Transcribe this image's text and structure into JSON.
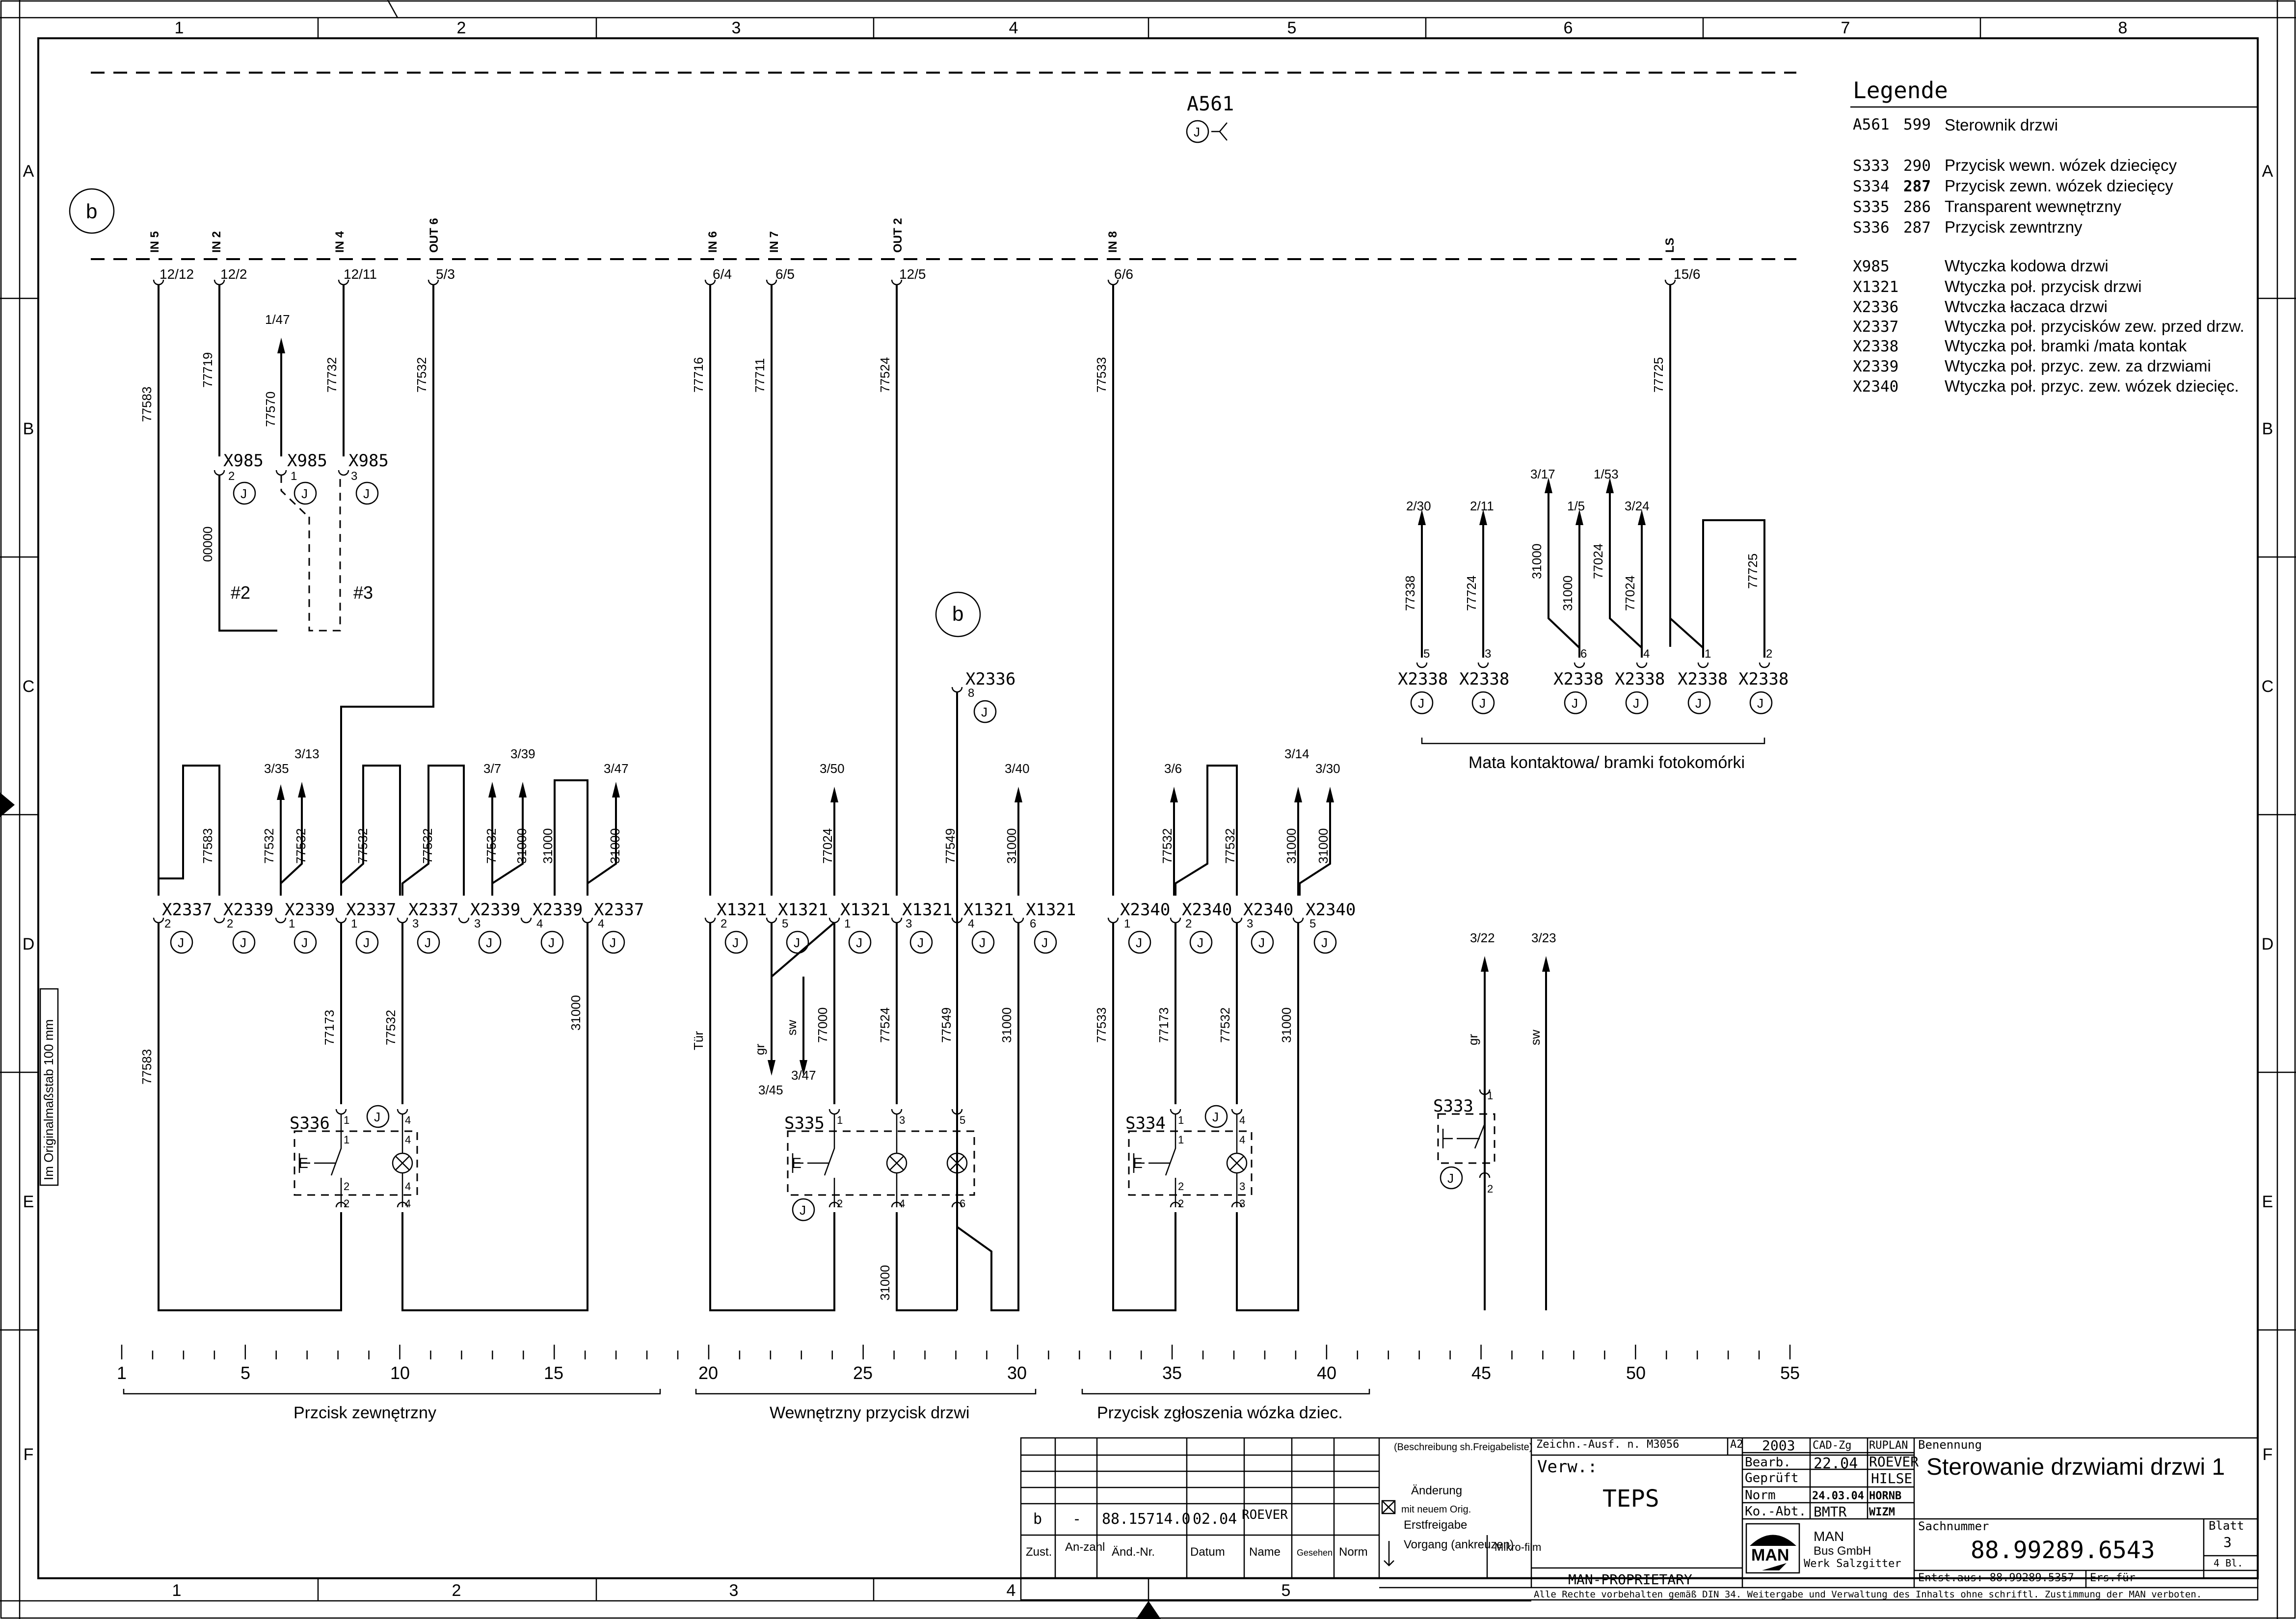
{
  "frame": {
    "cols": [
      "1",
      "2",
      "3",
      "4",
      "5",
      "6",
      "7",
      "8"
    ],
    "rows": [
      "A",
      "B",
      "C",
      "D",
      "E",
      "F"
    ],
    "side_note": "Im Originalmaßstab 100 mm"
  },
  "legend": {
    "title": "Legende",
    "items": [
      {
        "code": "A561",
        "num": "599",
        "text": "Sterownik drzwi"
      },
      {
        "code": "S333",
        "num": "290",
        "text": "Przycisk wewn. wózek dziecięcy"
      },
      {
        "code": "S334",
        "num": "287",
        "text": "Przycisk zewn. wózek dziecięcy"
      },
      {
        "code": "S335",
        "num": "286",
        "text": "Transparent wewnętrzny"
      },
      {
        "code": "S336",
        "num": "287",
        "text": "Przycisk zewntrzny"
      },
      {
        "code": "X985",
        "num": "",
        "text": "Wtyczka kodowa drzwi"
      },
      {
        "code": "X1321",
        "num": "",
        "text": "Wtyczka poł. przycisk drzwi"
      },
      {
        "code": "X2336",
        "num": "",
        "text": "Wtvczka łaczaca drzwi"
      },
      {
        "code": "X2337",
        "num": "",
        "text": "Wtyczka poł. przycisków zew. przed drzw."
      },
      {
        "code": "X2338",
        "num": "",
        "text": "Wtyczka poł. bramki /mata kontak"
      },
      {
        "code": "X2339",
        "num": "",
        "text": "Wtyczka poł. przyc. zew. za drzwiami"
      },
      {
        "code": "X2340",
        "num": "",
        "text": "Wtyczka poł. przyc. zew. wózek dziecięc."
      }
    ]
  },
  "controller": {
    "label": "A561",
    "bus_marker": "b"
  },
  "bus_pins": [
    {
      "io": "IN 5",
      "pin": "12/12",
      "wire": "77583"
    },
    {
      "io": "IN 2",
      "pin": "12/2",
      "wire": "77719"
    },
    {
      "io": "IN 4",
      "pin": "12/11",
      "wire": "77732"
    },
    {
      "io": "OUT 6",
      "pin": "5/3",
      "wire": "77532"
    },
    {
      "io": "IN 6",
      "pin": "6/4",
      "wire": "77716"
    },
    {
      "io": "IN 7",
      "pin": "6/5",
      "wire": "77711"
    },
    {
      "io": "OUT 2",
      "pin": "12/5",
      "wire": "77524"
    },
    {
      "io": "IN 8",
      "pin": "6/6",
      "wire": "77533"
    },
    {
      "io": "LS",
      "pin": "15/6",
      "wire": "77725"
    }
  ],
  "x985": {
    "label": "X985",
    "pins": [
      "2",
      "1",
      "3"
    ],
    "wire_00000": "00000",
    "wire_77570": "77570",
    "ref_147": "1/47",
    "code2": "#2",
    "code3": "#3"
  },
  "x2338_group": {
    "label": "X2338",
    "pins": [
      "5",
      "3",
      "6",
      "4",
      "1",
      "2"
    ],
    "refs": [
      "2/30",
      "2/11",
      "3/17",
      "1/5",
      "1/53",
      "3/24"
    ],
    "wires": [
      "77338",
      "77724",
      "31000",
      "31000",
      "77024",
      "77024",
      "77725"
    ],
    "caption": "Mata kontaktowa/ bramki fotokomórki"
  },
  "x2336": {
    "label": "X2336",
    "pin": "8",
    "marker": "b"
  },
  "row_connectors": {
    "group1": [
      {
        "label": "X2337",
        "pin": "2"
      },
      {
        "label": "X2339",
        "pin": "2"
      },
      {
        "label": "X2339",
        "pin": "1"
      },
      {
        "label": "X2337",
        "pin": "1"
      },
      {
        "label": "X2337",
        "pin": "3"
      },
      {
        "label": "X2339",
        "pin": "3"
      },
      {
        "label": "X2339",
        "pin": "4"
      },
      {
        "label": "X2337",
        "pin": "4"
      }
    ],
    "group2": [
      {
        "label": "X1321",
        "pin": "2"
      },
      {
        "label": "X1321",
        "pin": "5"
      },
      {
        "label": "X1321",
        "pin": "1"
      },
      {
        "label": "X1321",
        "pin": "3"
      },
      {
        "label": "X1321",
        "pin": "4"
      },
      {
        "label": "X1321",
        "pin": "6"
      }
    ],
    "group3": [
      {
        "label": "X2340",
        "pin": "1"
      },
      {
        "label": "X2340",
        "pin": "2"
      },
      {
        "label": "X2340",
        "pin": "3"
      },
      {
        "label": "X2340",
        "pin": "5"
      }
    ]
  },
  "upper_refs": {
    "g1": [
      "3/35",
      "3/13",
      "3/7",
      "3/39",
      "3/47"
    ],
    "g2": [
      "3/50",
      "3/40"
    ],
    "g3": [
      "3/6",
      "3/14",
      "3/30"
    ],
    "s333": [
      "3/22",
      "3/23"
    ]
  },
  "upper_wires": {
    "g1": [
      "77583",
      "77532",
      "77532",
      "77532",
      "77532",
      "77532",
      "31000",
      "31000",
      "31000"
    ],
    "g2": [
      "77024",
      "77549",
      "31000"
    ],
    "g3": [
      "77532",
      "77532",
      "31000",
      "31000"
    ]
  },
  "lower_wires": {
    "g1": [
      "77583",
      "77173",
      "77532",
      "31000"
    ],
    "g2": [
      "Tür",
      "gr",
      "sw",
      "77000",
      "77524",
      "77549",
      "31000",
      "31000"
    ],
    "g3": [
      "77533",
      "77173",
      "77532",
      "31000"
    ],
    "s333": [
      "gr",
      "sw"
    ],
    "g2_refs": [
      "3/45",
      "3/47"
    ]
  },
  "switches": [
    {
      "label": "S336",
      "pins_top": [
        "1",
        "4"
      ],
      "pins_bot": [
        "2",
        "4"
      ],
      "inner": [
        "1",
        "4",
        "2",
        "4"
      ]
    },
    {
      "label": "S335",
      "pins_top": [
        "1",
        "3",
        "5"
      ],
      "pins_bot": [
        "2",
        "4",
        "6"
      ]
    },
    {
      "label": "S334",
      "pins_top": [
        "1",
        "4"
      ],
      "pins_bot": [
        "2",
        "3"
      ]
    },
    {
      "label": "S333",
      "pins_top": [
        "1"
      ],
      "pins_bot": [
        "2"
      ]
    }
  ],
  "scale": {
    "labels": [
      "1",
      "5",
      "10",
      "15",
      "20",
      "25",
      "30",
      "35",
      "40",
      "45",
      "50",
      "55"
    ],
    "captions": [
      "Przcisk zewnętrzny",
      "Wewnętrzny przycisk drzwi",
      "Przycisk zgłoszenia wózka dziec."
    ]
  },
  "title_block": {
    "rev": {
      "zust": "b",
      "anzahl": "-",
      "aend_nr": "88.15714.0",
      "datum": "02.04",
      "name": "ROEVER"
    },
    "headers": [
      "Zust.",
      "An-zahl",
      "Änd.-Nr.",
      "Datum",
      "Name",
      "Gesehen",
      "Norm"
    ],
    "status_list": [
      "(Beschreibung sh.Freigabeliste)",
      "Änderung",
      "mit neuem Orig.",
      "Erstfreigabe",
      "Vorgang (ankreuzen)",
      "Mikro-film"
    ],
    "zeichn": "Zeichn.-Ausf. n. M3056",
    "format": "A2",
    "year": "2003",
    "cad": "CAD-Zg",
    "ruplan": "RUPLAN",
    "verw": "Verw.:",
    "teps": "TEPS",
    "bearb": {
      "label": "Bearb.",
      "date": "22.04",
      "name": "ROEVER"
    },
    "gepruft": {
      "label": "Geprüft",
      "date": "",
      "name": "HILSE"
    },
    "norm": {
      "label": "Norm",
      "date": "24.03.04",
      "name": "HORNB"
    },
    "koabt": {
      "label": "Ko.-Abt.",
      "date": "BMTR",
      "name": "WIZM"
    },
    "benennung_label": "Benennung",
    "benennung": "Sterowanie drzwiami drzwi 1",
    "sachnummer_label": "Sachnummer",
    "sachnummer": "88.99289.6543",
    "blatt_label": "Blatt",
    "blatt": "3",
    "bl": "4 Bl.",
    "proprietary": "MAN-PROPRIETARY",
    "company": "MAN",
    "company2": "Bus GmbH",
    "werk": "Werk Salzgitter",
    "entst": "Entst.aus: 88.99289.5357",
    "ersfur": "Ers.für",
    "rights": "Alle Rechte vorbehalten gemäß DIN 34. Weitergabe und Verwaltung des Inhalts ohne schriftl. Zustimmung der MAN verboten."
  }
}
